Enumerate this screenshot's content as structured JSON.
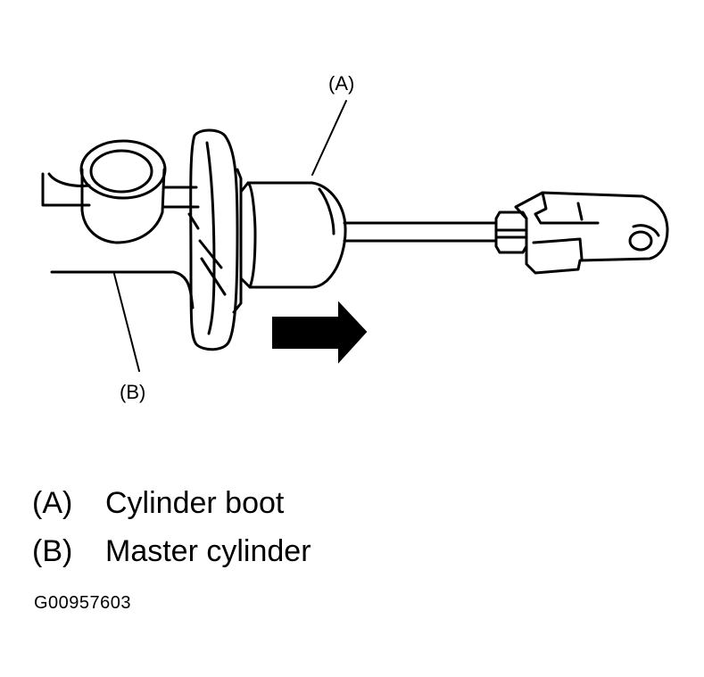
{
  "callouts": {
    "a": "(A)",
    "b": "(B)"
  },
  "legend": [
    {
      "key": "(A)",
      "label": "Cylinder boot"
    },
    {
      "key": "(B)",
      "label": "Master cylinder"
    }
  ],
  "figure_code": "G00957603"
}
